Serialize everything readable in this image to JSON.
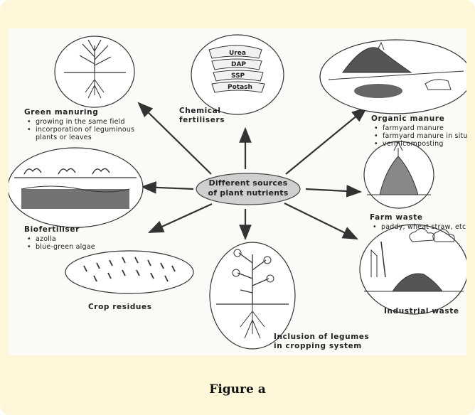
{
  "center": {
    "line1": "Different sources",
    "line2": "of plant nutrients"
  },
  "green_manuring": {
    "title": "Green manuring",
    "bullets": [
      "growing in the same field",
      "incorporation of leguminous",
      "plants or leaves"
    ]
  },
  "chemical": {
    "line1": "Chemical",
    "line2": "fertilisers",
    "sacks": [
      "Urea",
      "DAP",
      "SSP",
      "Potash"
    ]
  },
  "organic": {
    "title": "Organic manure",
    "bullets": [
      "farmyard manure",
      "farmyard manure in situ",
      "vermicomposting"
    ]
  },
  "biofertiliser": {
    "title": "Biofertiliser",
    "bullets": [
      "azolla",
      "blue-green algae"
    ]
  },
  "farm_waste": {
    "title": "Farm waste",
    "bullets": [
      "paddy, wheat straw, etc"
    ]
  },
  "crop_residues": {
    "title": "Crop residues"
  },
  "legumes": {
    "line1": "Inclusion of legumes",
    "line2": "in cropping system"
  },
  "industrial": {
    "title": "Industrial waste"
  },
  "caption": "Figure a"
}
